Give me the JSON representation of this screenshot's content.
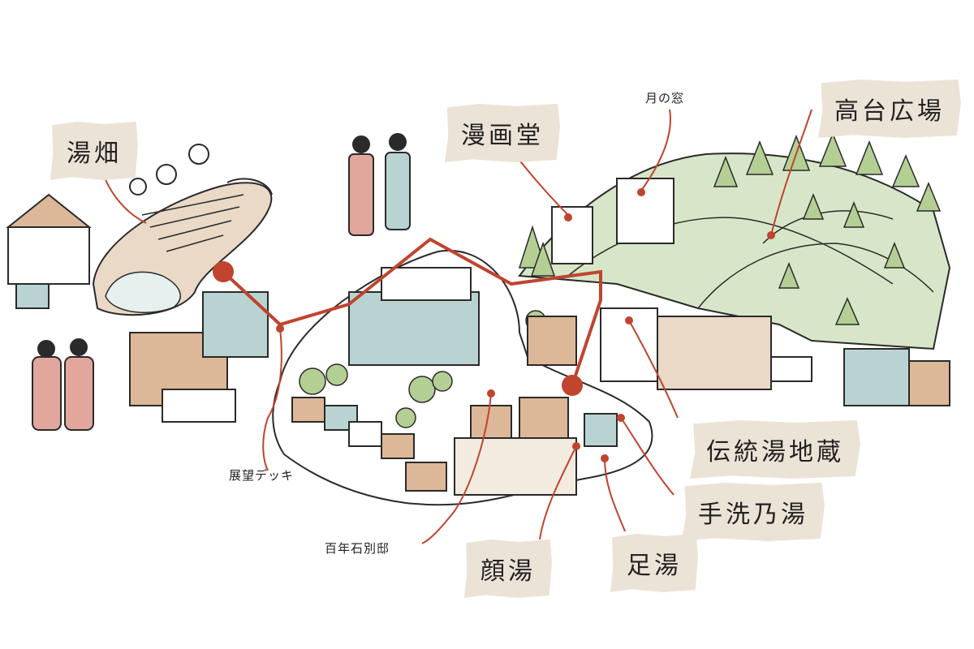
{
  "labels": {
    "yubatake": "湯畑",
    "manga_do": "漫画堂",
    "tsuki_no_mado": "月の窓",
    "takadai_hiroba": "高台広場",
    "tenbou_deck": "展望デッキ",
    "hyakunen_sekkoubu": "百年石別邸",
    "dentou_yu_jizo": "伝統湯地蔵",
    "tearai_no_yu": "手洗乃湯",
    "kao_yu": "顔湯",
    "ashi_yu": "足湯"
  },
  "colors": {
    "route": "#c0442e",
    "label_paper": "#ece3d7",
    "ink": "#2a2a2a",
    "hill_green": "#d7e6c8",
    "tree_green": "#b4cf94",
    "roof_tan": "#dcb798",
    "roof_blue": "#b9d3d3",
    "pond": "#e6f1ef"
  }
}
